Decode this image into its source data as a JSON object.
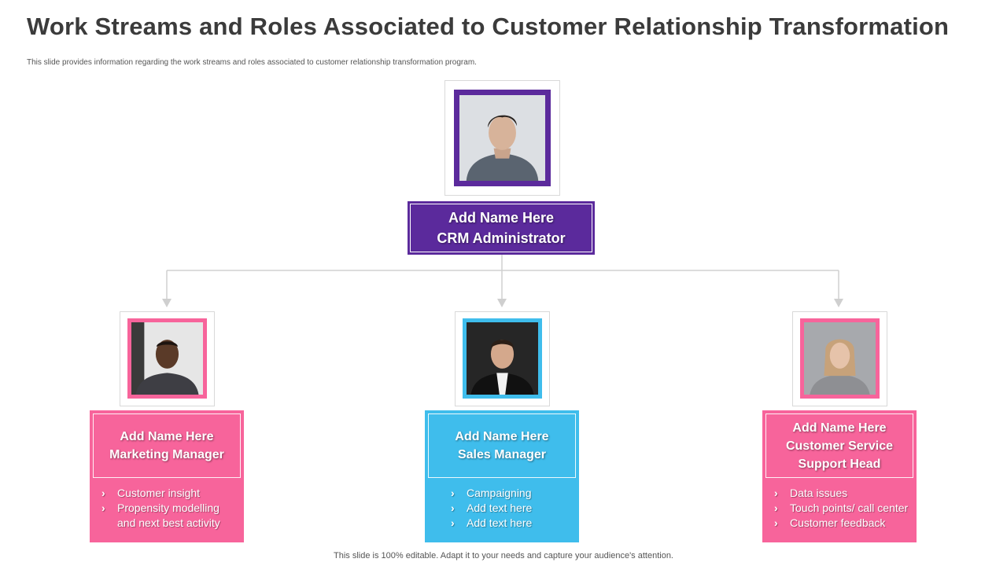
{
  "slide": {
    "title": "Work Streams and Roles Associated to Customer Relationship Transformation",
    "subtitle": "This slide provides information regarding the work streams and roles associated to customer relationship transformation program.",
    "footer": "This slide is 100% editable. Adapt it to your needs and capture your audience's attention."
  },
  "colors": {
    "top": "#5b2a9c",
    "marketing": "#f7649b",
    "sales": "#3fbdec",
    "service": "#f7649b"
  },
  "top": {
    "name": "Add Name Here",
    "role": "CRM Administrator"
  },
  "roles": [
    {
      "name": "Add Name Here",
      "role_lines": [
        "Marketing Manager"
      ],
      "items": [
        "Customer insight",
        "Propensity modelling and next best activity"
      ]
    },
    {
      "name": "Add Name Here",
      "role_lines": [
        "Sales Manager"
      ],
      "items": [
        "Campaigning",
        "Add text here",
        "Add text here"
      ]
    },
    {
      "name": "Add Name Here",
      "role_lines": [
        "Customer Service",
        "Support Head"
      ],
      "items": [
        "Data issues",
        "Touch points/ call center",
        "Customer feedback"
      ]
    }
  ],
  "bullet_glyph": "›"
}
